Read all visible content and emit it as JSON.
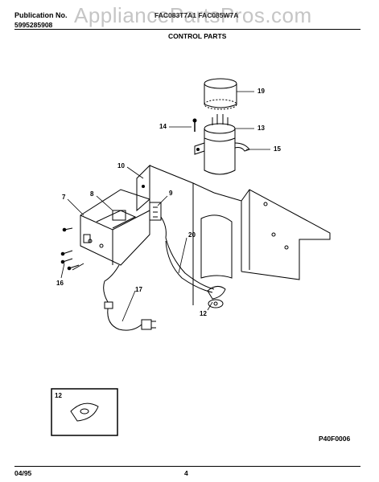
{
  "header": {
    "publication_label": "Publication No.",
    "publication_number": "5995285908",
    "model": "FAC083T7A1 FAC085W7A",
    "section_title": "CONTROL PARTS"
  },
  "watermark": "AppliancePartsPros.com",
  "callouts": [
    "19",
    "14",
    "13",
    "15",
    "10",
    "9",
    "7",
    "8",
    "20",
    "16",
    "17",
    "12",
    "12"
  ],
  "inset_label": "12",
  "footer": {
    "diagram_code": "P40F0006",
    "date": "04/95",
    "page": "4"
  }
}
